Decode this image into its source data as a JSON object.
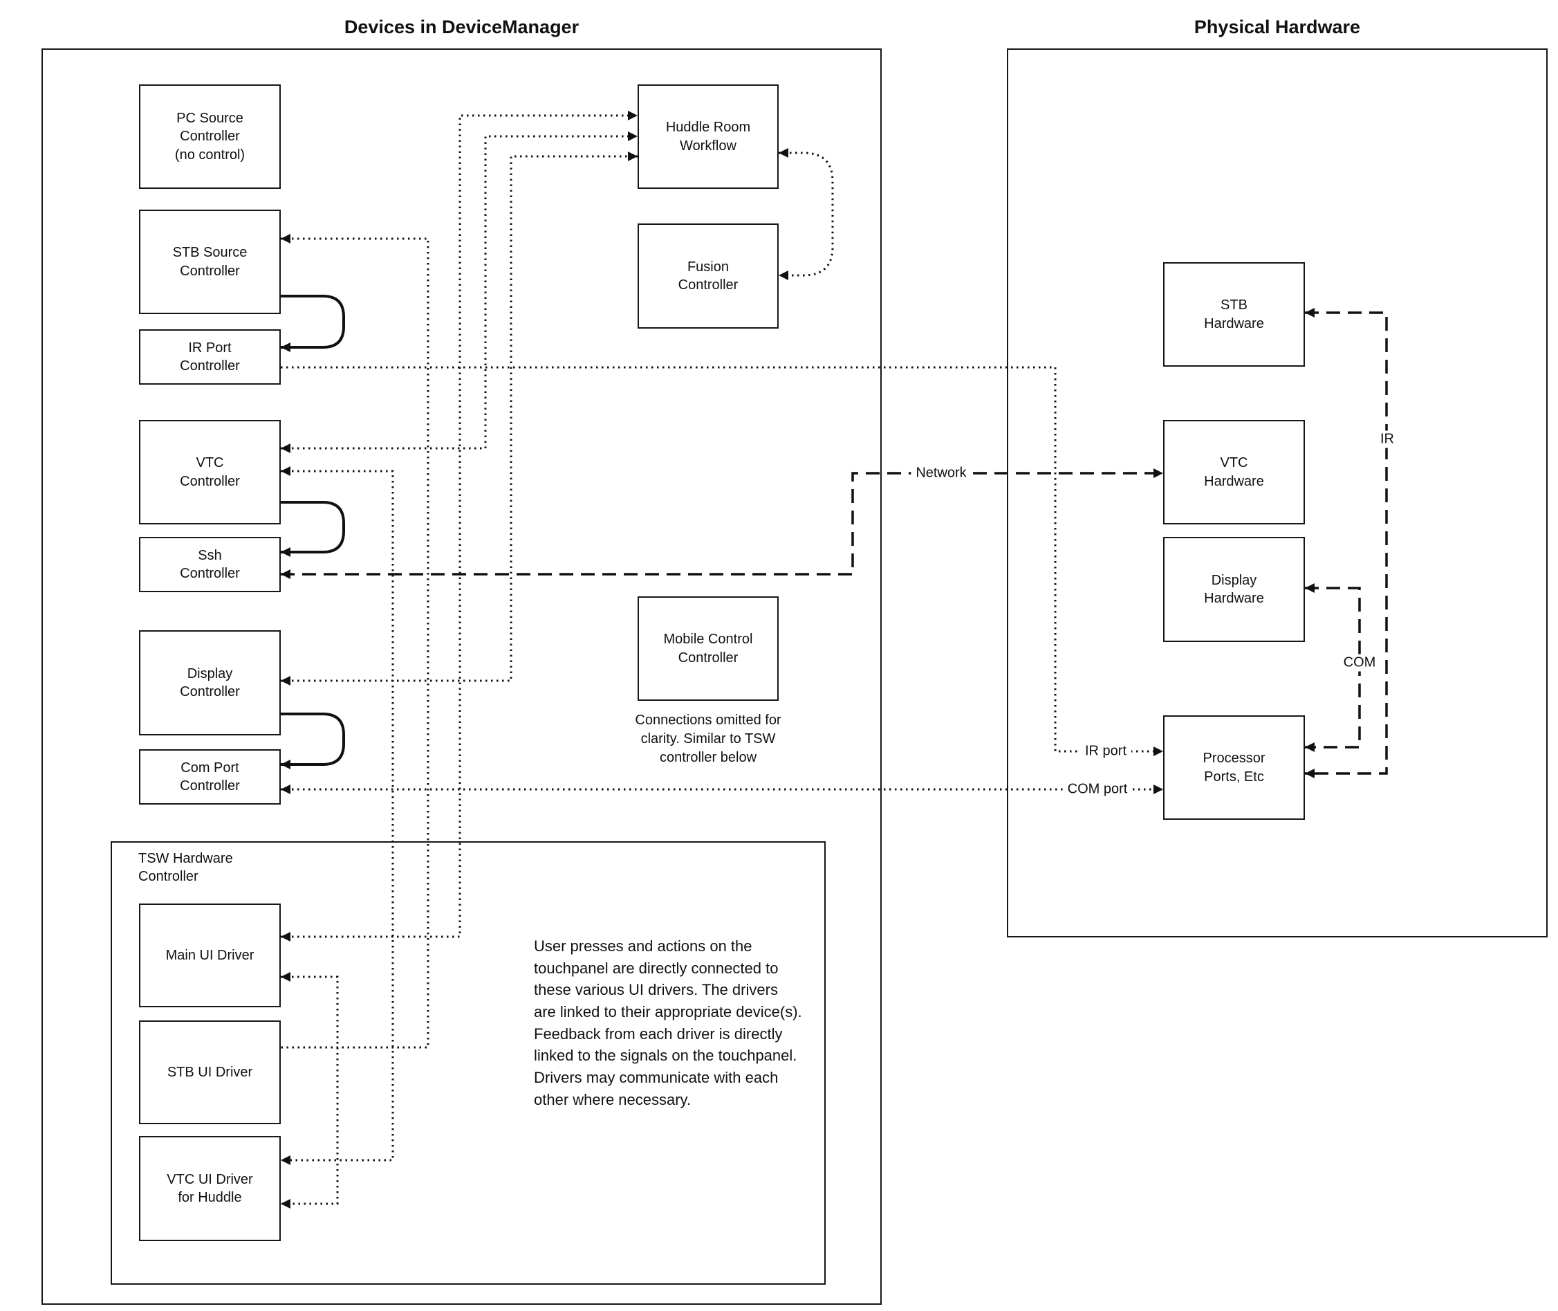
{
  "titles": {
    "device_manager": "Devices in DeviceManager",
    "physical_hardware": "Physical Hardware"
  },
  "device_manager": {
    "pc_source_controller": "PC Source\nController\n(no control)",
    "stb_source_controller": "STB Source\nController",
    "ir_port_controller": "IR Port\nController",
    "vtc_controller": "VTC\nController",
    "ssh_controller": "Ssh\nController",
    "display_controller": "Display\nController",
    "com_port_controller": "Com Port\nController",
    "huddle_room_workflow": "Huddle Room\nWorkflow",
    "fusion_controller": "Fusion\nController",
    "mobile_control_controller": "Mobile Control\nController",
    "mobile_note": "Connections omitted for\nclarity. Similar to TSW\ncontroller below"
  },
  "tsw": {
    "label": "TSW Hardware\nController",
    "main_ui_driver": "Main UI Driver",
    "stb_ui_driver": "STB UI Driver",
    "vtc_ui_driver": "VTC UI Driver\nfor Huddle",
    "description": "User presses and actions on the touchpanel are directly connected to these various UI drivers.  The drivers are linked to their appropriate device(s). Feedback from each driver is directly linked to the signals on the touchpanel. Drivers may communicate with each other where necessary."
  },
  "physical_hardware": {
    "stb_hardware": "STB\nHardware",
    "vtc_hardware": "VTC\nHardware",
    "display_hardware": "Display\nHardware",
    "processor_ports": "Processor\nPorts, Etc"
  },
  "connection_labels": {
    "network": "Network",
    "ir": "IR",
    "com": "COM",
    "ir_port": "IR port",
    "com_port": "COM port"
  },
  "colors": {
    "line": "#111111",
    "background": "#ffffff"
  }
}
